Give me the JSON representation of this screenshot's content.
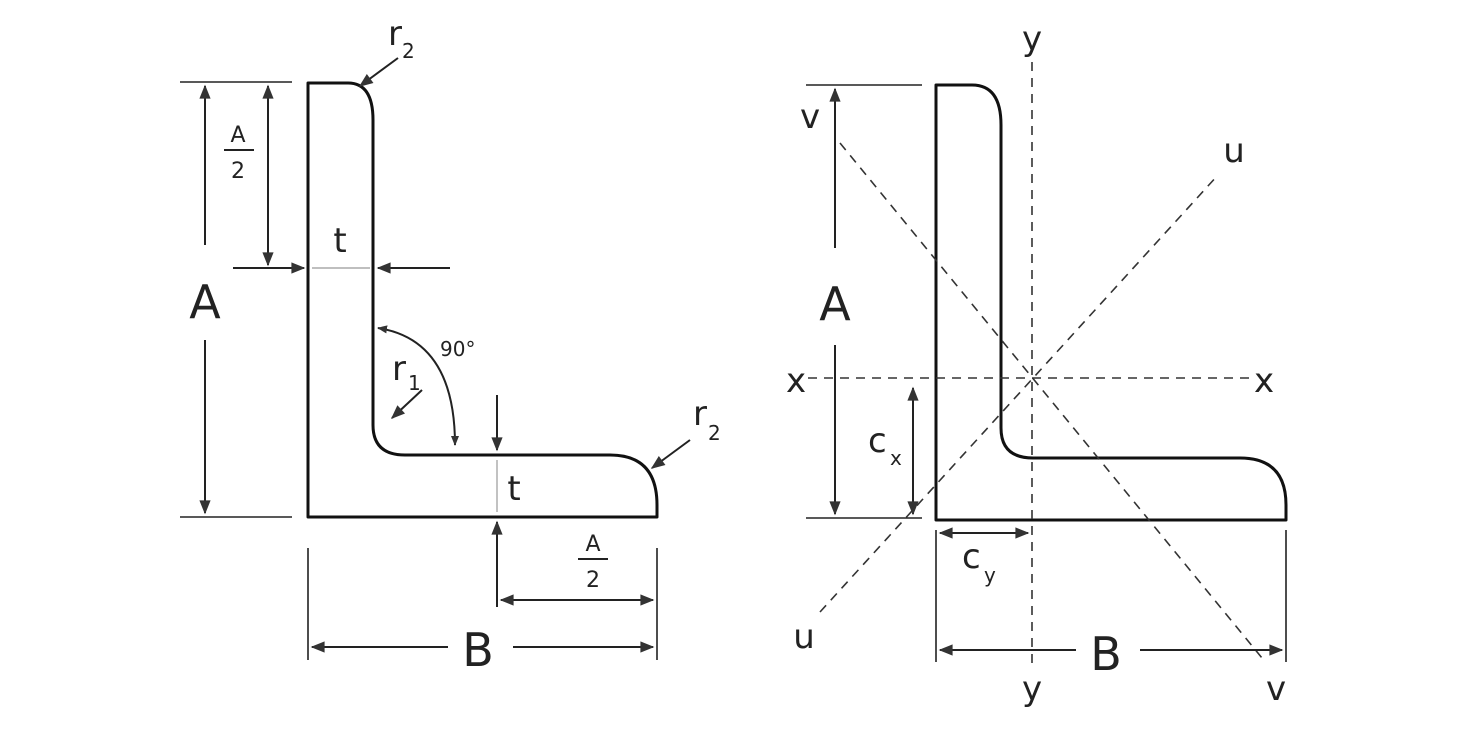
{
  "left_figure": {
    "label_A": "A",
    "label_A_half_num": "A",
    "label_A_half_den": "2",
    "label_t_web": "t",
    "label_t_leg": "t",
    "label_r1": "r",
    "label_r1_sub": "1",
    "label_angle": "90°",
    "label_r2_top": "r",
    "label_r2_top_sub": "2",
    "label_r2_right": "r",
    "label_r2_right_sub": "2",
    "label_leg_half_num": "A",
    "label_leg_half_den": "2",
    "label_B": "B"
  },
  "right_figure": {
    "label_A": "A",
    "label_B": "B",
    "label_y_top": "y",
    "label_y_bottom": "y",
    "label_x_left": "x",
    "label_x_right": "x",
    "label_u_top": "u",
    "label_u_bottom": "u",
    "label_v_top": "v",
    "label_v_bottom": "v",
    "label_cx": "c",
    "label_cx_sub": "x",
    "label_cy": "c",
    "label_cy_sub": "y"
  }
}
